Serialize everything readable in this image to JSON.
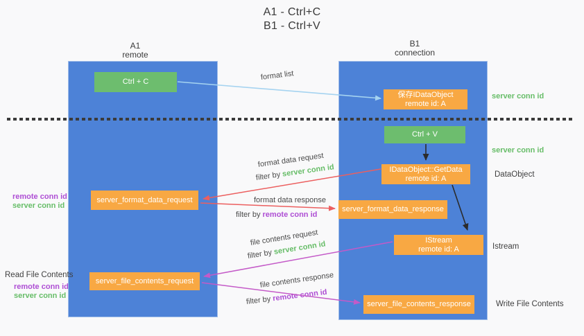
{
  "title": {
    "line1": "A1 - Ctrl+C",
    "line2": "B1 - Ctrl+V"
  },
  "columns": {
    "left": {
      "id": "A1",
      "name": "remote"
    },
    "right": {
      "id": "B1",
      "name": "connection"
    }
  },
  "nodes": {
    "ctrl_c": "Ctrl + C",
    "ctrl_v": "Ctrl + V",
    "save_dataobject": {
      "line1": "保存IDataObject",
      "line2": "remote id: A"
    },
    "getdata": {
      "line1": "IDataObject::GetData",
      "line2": "remote id: A"
    },
    "istream": {
      "line1": "IStream",
      "line2": "remote id: A"
    },
    "format_request": "server_format_data_request",
    "format_response": "server_format_data_response",
    "file_request": "server_file_contents_request",
    "file_response": "server_file_contents_response"
  },
  "arrow_labels": {
    "format_list": "format list",
    "format_data_request": "format data request",
    "format_data_response": "format data response",
    "file_contents_request": "file contents request",
    "file_contents_response": "file contents response",
    "filter_by": "filter by ",
    "server_conn_id": "server conn id",
    "remote_conn_id": "remote conn id"
  },
  "side_labels": {
    "left_mid": {
      "remote": "remote conn id",
      "server": "server conn id"
    },
    "left_bottom": {
      "title": "Read File Contents",
      "remote": "remote conn id",
      "server": "server conn id"
    },
    "right": {
      "server_conn_id_top": "server conn id",
      "server_conn_id_mid": "server conn id",
      "dataobject": "DataObject",
      "istream": "Istream",
      "write_file": "Write File Contents"
    }
  },
  "colors": {
    "lane_blue": "#4d82d7",
    "node_green": "#6dbd6e",
    "node_orange": "#f8a843",
    "arrow_light_blue": "#a5d3f0",
    "arrow_red": "#ec5f5f",
    "arrow_magenta": "#c45ac8",
    "arrow_black": "#2b2b2b",
    "text_green": "#67bd68",
    "text_purple": "#ae4ed4",
    "text_gray": "#3f3f3f",
    "background": "#f9f9fa"
  }
}
